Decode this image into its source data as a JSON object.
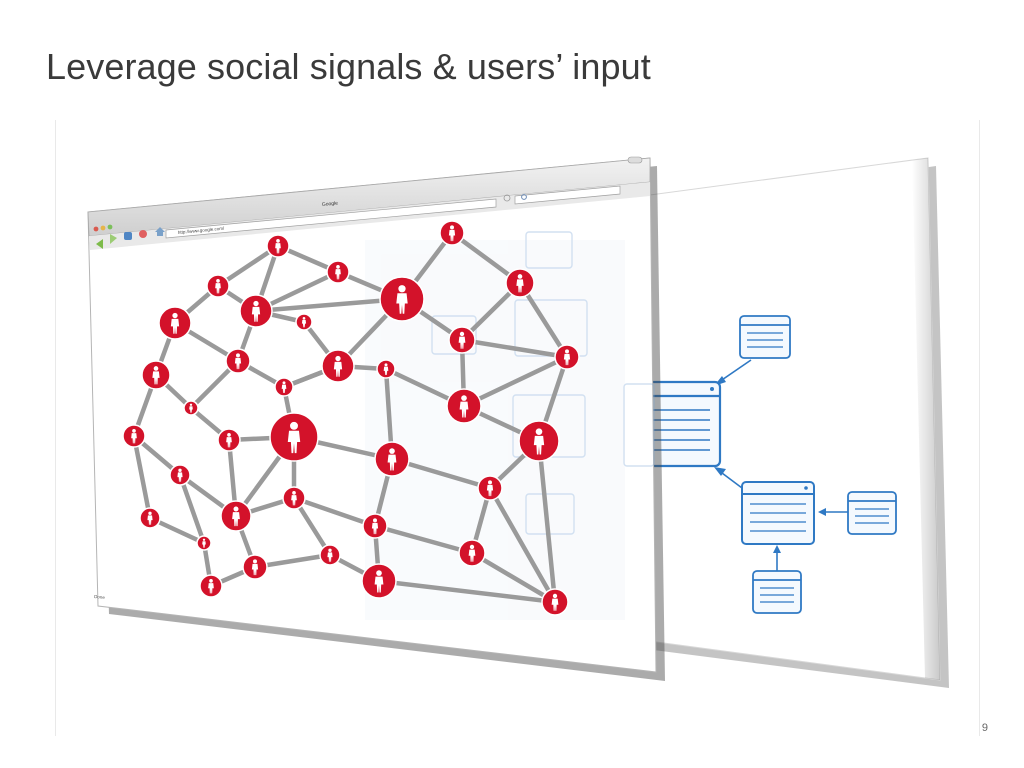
{
  "slide": {
    "title": "Leverage social signals & users’ input",
    "page_number": "9"
  },
  "browser": {
    "window_title": "Google",
    "address": "http://www.google.com/",
    "status_text": "Done"
  },
  "colors": {
    "node_red": "#d3122a",
    "edge_gray": "#9a9a9a",
    "doc_blue": "#2f79c4",
    "doc_fill": "#f4f9fe",
    "panel_shadow": "#5a5a5a"
  },
  "icons": [
    "back-arrow-icon",
    "forward-arrow-icon",
    "reload-icon",
    "stop-icon",
    "home-icon",
    "rss-icon",
    "search-icon",
    "person-silhouette-icon",
    "document-window-icon"
  ]
}
